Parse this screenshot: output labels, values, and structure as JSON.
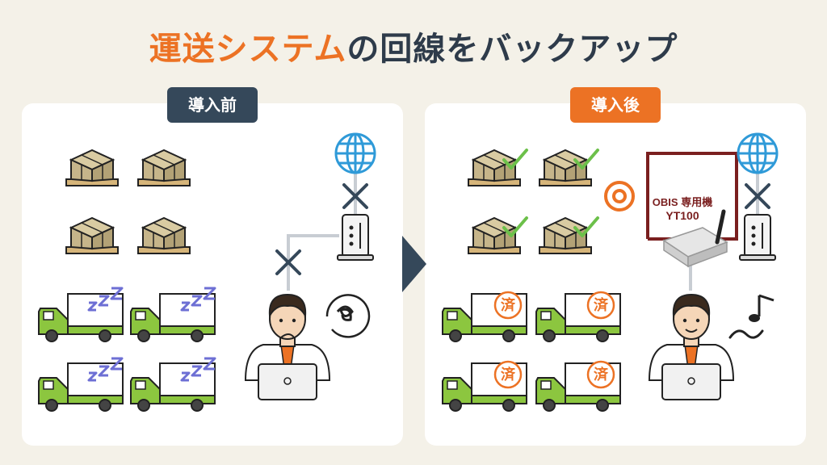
{
  "title": {
    "highlight": "運送システム",
    "rest": "の回線をバックアップ"
  },
  "panels": {
    "before": {
      "label": "導入前"
    },
    "after": {
      "label": "導入後"
    }
  },
  "device": {
    "line1": "OBIS 専用機",
    "line2": "YT100"
  },
  "truck_badge": "済",
  "icons": {
    "globe": "globe-icon",
    "router": "router-icon",
    "x_mark": "x-mark-icon",
    "check": "check-mark-icon",
    "target": "target-icon",
    "zzz": "sleep-zzz-icon",
    "music": "music-note-icon",
    "confused": "confused-scribble-icon"
  },
  "colors": {
    "accent": "#ec7224",
    "dark": "#35485a",
    "truck_green": "#8cc63f",
    "check_green": "#6cc04a",
    "zzz_purple": "#6d6fd4",
    "globe_blue": "#2f9ad8",
    "device_frame": "#7a1f1f"
  }
}
